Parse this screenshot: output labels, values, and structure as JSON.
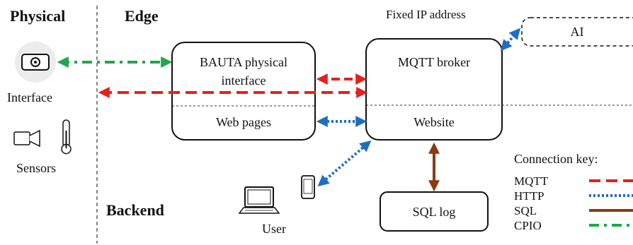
{
  "sections": {
    "physical": "Physical",
    "edge": "Edge",
    "backend": "Backend"
  },
  "fixed_ip_label": "Fixed IP address",
  "nodes": {
    "bauta": {
      "title_line1": "BAUTA physical",
      "title_line2": "interface",
      "sub": "Web pages"
    },
    "mqtt_broker": {
      "title": "MQTT broker",
      "sub": "Website"
    },
    "ai": {
      "label": "AI"
    },
    "sql_log": {
      "label": "SQL log"
    },
    "user": {
      "label": "User"
    },
    "interface": {
      "label": "Interface"
    },
    "sensors": {
      "label": "Sensors"
    }
  },
  "legend": {
    "title": "Connection key:",
    "items": [
      {
        "label": "MQTT",
        "color": "#e8201c",
        "style": "dashed"
      },
      {
        "label": "HTTP",
        "color": "#1f6fc0",
        "style": "dotted"
      },
      {
        "label": "SQL",
        "color": "#8b3a12",
        "style": "solid"
      },
      {
        "label": "CPIO",
        "color": "#1ea84a",
        "style": "dash-dot"
      }
    ]
  },
  "icons": [
    "camera-icon",
    "video-camera-icon",
    "thermometer-icon",
    "laptop-icon",
    "tablet-icon"
  ]
}
